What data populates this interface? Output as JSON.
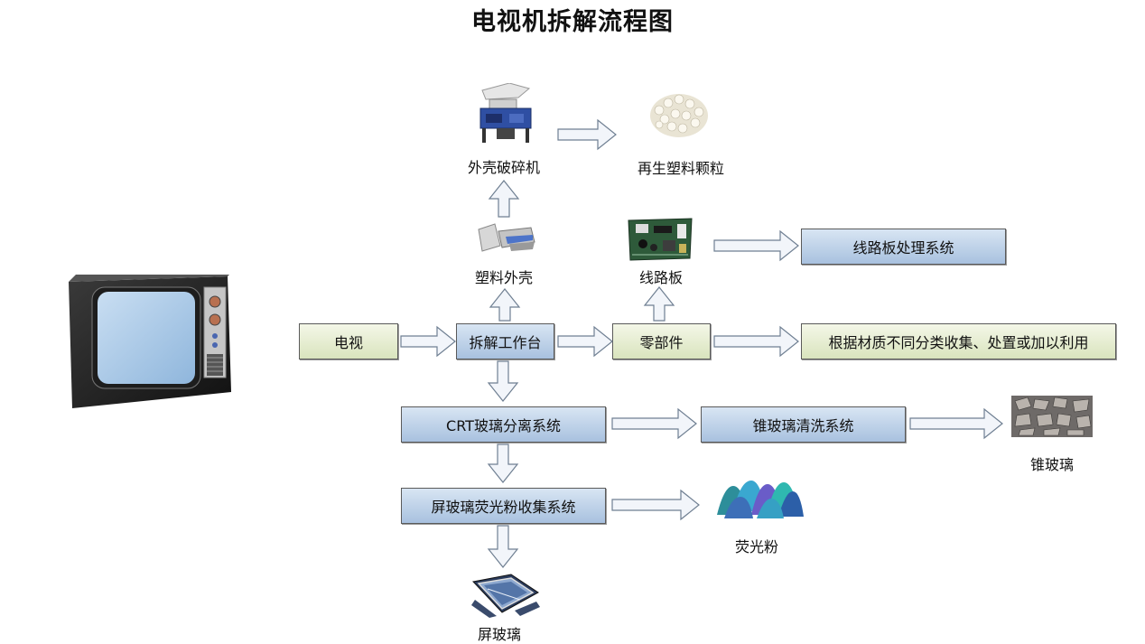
{
  "title": "电视机拆解流程图",
  "nodes": {
    "tv": "电视",
    "workbench": "拆解工作台",
    "parts": "零部件",
    "disposal": "根据材质不同分类收集、处置或加以利用",
    "pcb_system": "线路板处理系统",
    "crt_separation": "CRT玻璃分离系统",
    "cone_cleaning": "锥玻璃清洗系统",
    "screen_phosphor": "屏玻璃荧光粉收集系统"
  },
  "images": {
    "shredder": "外壳破碎机",
    "pellets": "再生塑料颗粒",
    "plastic_shell": "塑料外壳",
    "circuit_board": "线路板",
    "cone_glass": "锥玻璃",
    "phosphor": "荧光粉",
    "screen_glass": "屏玻璃"
  },
  "colors": {
    "green_box": "#dfe8c6",
    "blue_box": "#b4c9e3",
    "arrow_fill": "#f2f5fa",
    "arrow_stroke": "#6f7f92"
  }
}
